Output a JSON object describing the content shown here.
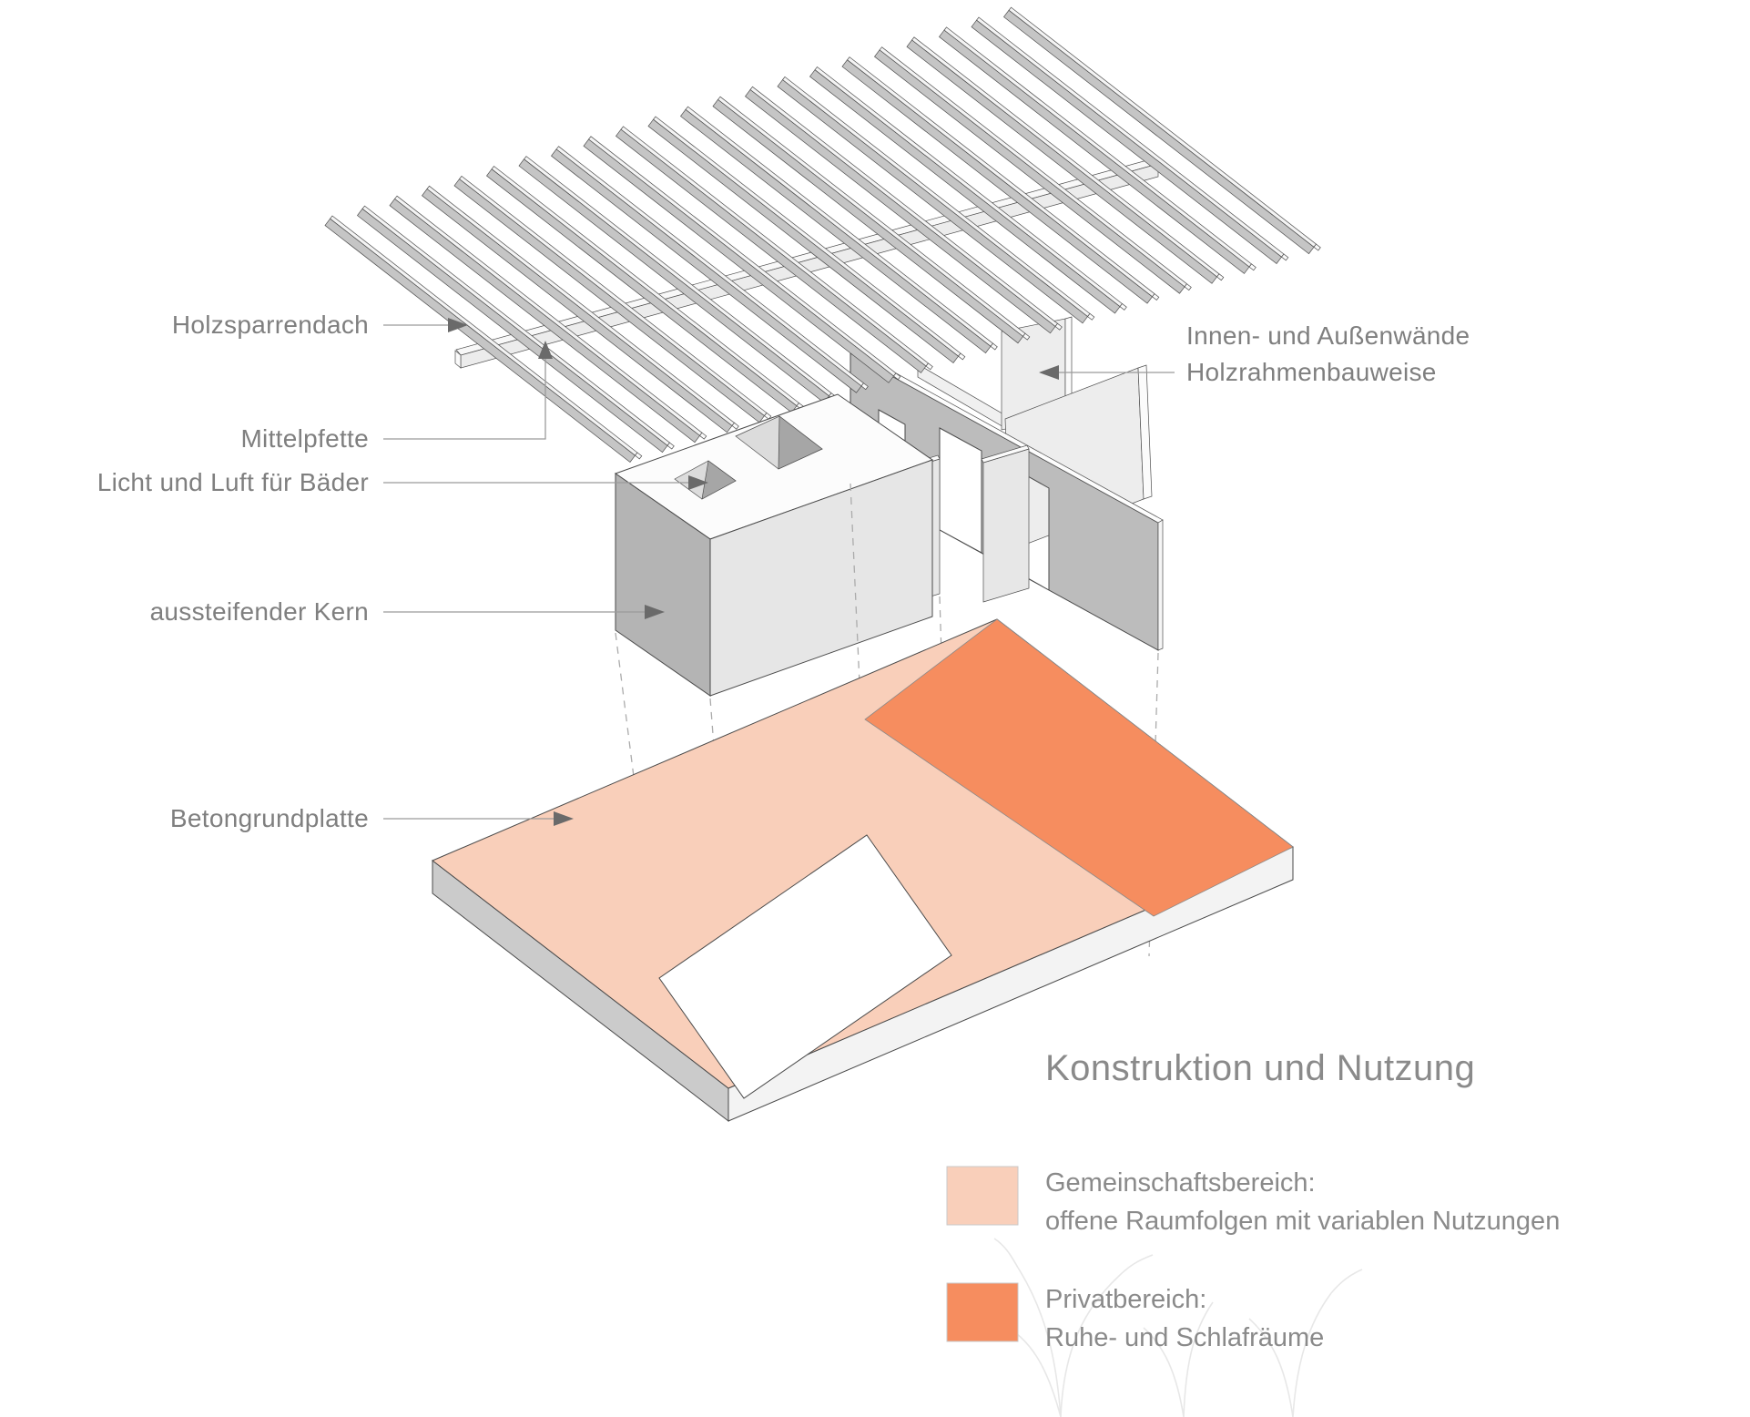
{
  "title": "Konstruktion und Nutzung",
  "labels": {
    "roof": "Holzsparrendach",
    "purlin": "Mittelpfette",
    "light": "Licht und Luft für Bäder",
    "core": "aussteifender Kern",
    "slab": "Betongrundplatte",
    "walls_line1": "Innen- und Außenwände",
    "walls_line2": "Holzrahmenbauweise"
  },
  "legend": {
    "community": {
      "title": "Gemeinschaftsbereich:",
      "desc": "offene Raumfolgen mit variablen Nutzungen"
    },
    "private": {
      "title": "Privatbereich:",
      "desc": "Ruhe- und Schlafräume"
    }
  },
  "colors": {
    "community": "#f9cfba",
    "private": "#f68d5f",
    "wall_dark": "#bcbcbc",
    "wall_light": "#ededed",
    "panel_front": "#e7e7e7",
    "core_top": "#fcfcfc",
    "core_sw": "#b4b4b4",
    "core_se": "#e6e6e6",
    "rafter_side": "#c5c5c5",
    "rafter_top": "#f3f3f3",
    "slab_side_left": "#cbcbcb",
    "slab_side_front": "#f3f3f3",
    "text_gray": "#7f7f7f"
  },
  "roof": {
    "rafter_count": 22
  }
}
